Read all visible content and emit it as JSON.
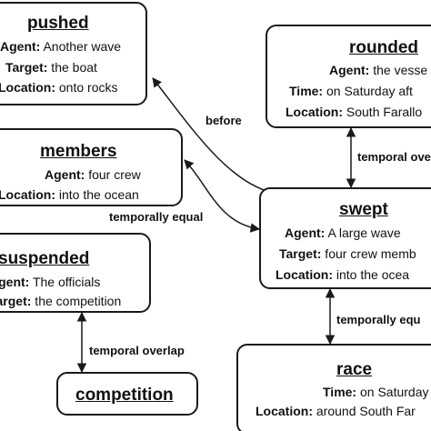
{
  "nodes": {
    "pushed": {
      "title": "pushed",
      "lines": [
        {
          "role": "Agent:",
          "text": " Another wave"
        },
        {
          "role": "Target:",
          "text": " the boat"
        },
        {
          "role": "Location:",
          "text": " onto rocks"
        }
      ]
    },
    "rounded": {
      "title": "rounded",
      "lines": [
        {
          "role": "Agent:",
          "text": " the vesse"
        },
        {
          "role": "Time:",
          "text": " on Saturday aft"
        },
        {
          "role": "Location:",
          "text": " South Farallo"
        }
      ]
    },
    "members": {
      "title": "members",
      "lines": [
        {
          "role": "Agent:",
          "text": " four crew"
        },
        {
          "role": "Location:",
          "text": " into the ocean"
        }
      ]
    },
    "swept": {
      "title": "swept",
      "lines": [
        {
          "role": "Agent:",
          "text": " A large wave"
        },
        {
          "role": "Target:",
          "text": " four crew memb"
        },
        {
          "role": "Location:",
          "text": " into the ocea"
        }
      ]
    },
    "suspended": {
      "title": "suspended",
      "lines": [
        {
          "role": "Agent:",
          "text": " The officials"
        },
        {
          "role": "Target:",
          "text": " the competition"
        }
      ]
    },
    "competition": {
      "title": "competition",
      "lines": []
    },
    "race": {
      "title": "race",
      "lines": [
        {
          "role": "Time:",
          "text": " on Saturday"
        },
        {
          "role": "Location:",
          "text": " around South Far"
        }
      ]
    }
  },
  "edges": {
    "before": "before",
    "temporally_equal": "temporally equal",
    "temporal_overlap_right": "temporal over",
    "temporally_equal_right": "temporally equ",
    "temporal_overlap_left": "temporal overlap"
  }
}
